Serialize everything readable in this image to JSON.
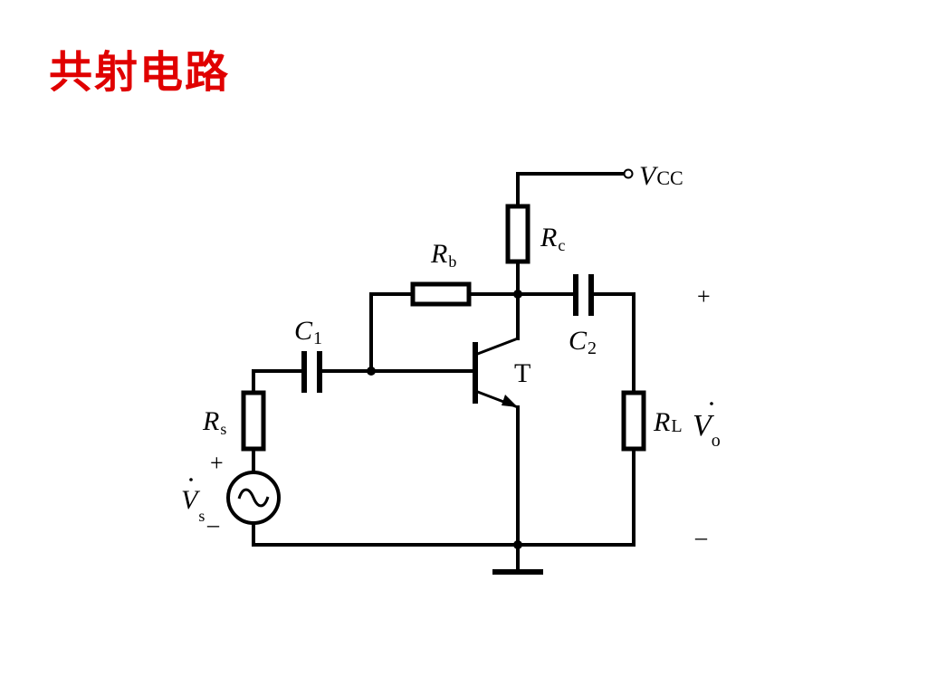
{
  "slide": {
    "title": "共射电路",
    "title_color": "#e00000"
  },
  "circuit": {
    "supply": {
      "label": "V",
      "sub": "CC"
    },
    "collector_resistor": {
      "label": "R",
      "sub": "c"
    },
    "base_resistor": {
      "label": "R",
      "sub": "b"
    },
    "input_capacitor": {
      "label": "C",
      "sub": "1"
    },
    "output_capacitor": {
      "label": "C",
      "sub": "2"
    },
    "transistor": {
      "label": "T"
    },
    "source_resistor": {
      "label": "R",
      "sub": "s"
    },
    "source": {
      "label": "V",
      "sub": "s",
      "plus": "+",
      "minus": "–",
      "icon": "ac-source-icon"
    },
    "load_resistor": {
      "label": "R",
      "sub": "L"
    },
    "output_voltage": {
      "label": "V",
      "sub": "o",
      "plus": "+",
      "minus": "–"
    }
  }
}
